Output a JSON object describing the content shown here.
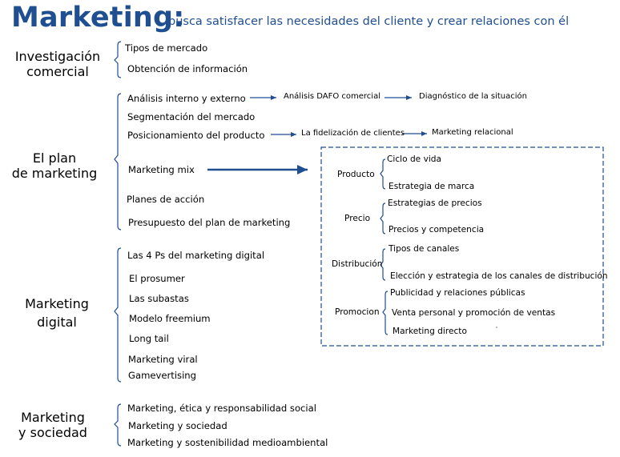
{
  "title": "Marketing:",
  "subtitle": "busca satisfacer las necesidades del cliente y crear relaciones con él",
  "sections": [
    {
      "name": "Investigación comercial",
      "lines": [
        "Investigación",
        "comercial"
      ],
      "items": [
        "Tipos de mercado",
        "Obtención de información"
      ]
    },
    {
      "name": "El plan de marketing",
      "lines": [
        "El plan",
        "de marketing"
      ],
      "items": [
        "Análisis interno y externo",
        "Segmentación del mercado",
        "Posicionamiento del producto",
        "Marketing mix",
        "Planes de acción",
        "Presupuesto del plan de marketing"
      ]
    },
    {
      "name": "Marketing digital",
      "lines": [
        "Marketing",
        "digital"
      ],
      "items": [
        "Las 4 Ps del marketing digital",
        "El prosumer",
        "Las subastas",
        "Modelo freemium",
        "Long tail",
        "Marketing viral",
        "Gamevertising"
      ]
    },
    {
      "name": "Marketing y sociedad",
      "lines": [
        "Marketing",
        "y sociedad"
      ],
      "items": [
        "Marketing, ética y responsabilidad social",
        "Marketing y sociedad",
        "Marketing y sostenibilidad medioambiental"
      ]
    }
  ],
  "flows": {
    "analisis": [
      "Análisis  DAFO comercial",
      "Diagnóstico de la situación"
    ],
    "posicionamiento": [
      "La fidelización de clientes",
      "Marketing relacional"
    ]
  },
  "marketing_mix": [
    {
      "name": "Producto",
      "items": [
        "Ciclo de vida",
        "Estrategia de marca"
      ]
    },
    {
      "name": "Precio",
      "items": [
        "Estrategias de precios",
        "Precios y competencia"
      ]
    },
    {
      "name": "Distribución",
      "items": [
        "Tipos de canales",
        "Elección y estrategia de los canales de distribución"
      ]
    },
    {
      "name": "Promocion",
      "items": [
        "Publicidad y relaciones públicas",
        "Venta personal y promoción de ventas",
        "Marketing directo"
      ]
    }
  ],
  "colors": {
    "title": "#1f4e91",
    "arrow": "#1f4e91",
    "bracket": "#1f4e91",
    "box_border": "#1f4e91"
  }
}
